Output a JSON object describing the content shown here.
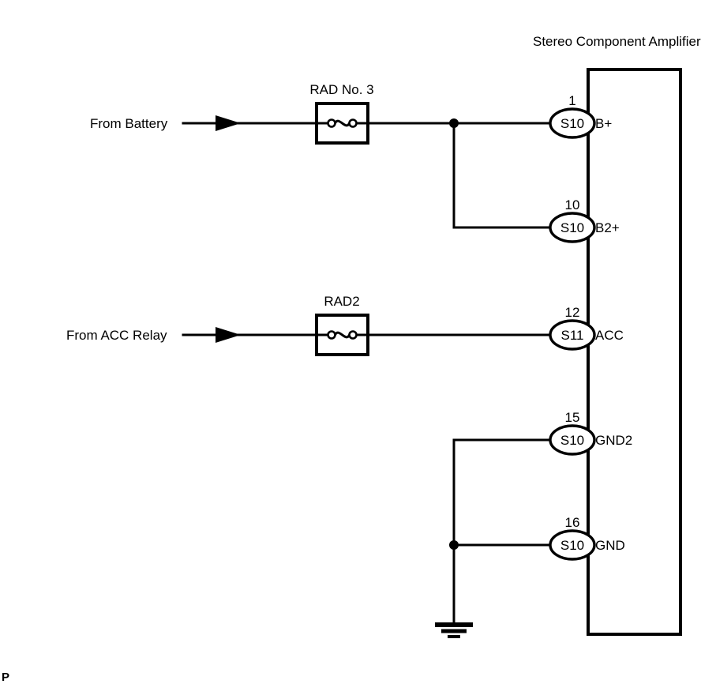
{
  "diagram": {
    "type": "automotive-wiring-schematic",
    "title": "Stereo Component Amplifier",
    "corner_mark": "P",
    "colors": {
      "line": "#000000",
      "background": "#ffffff"
    },
    "sources": [
      {
        "label": "From Battery",
        "arrow": "right-arrow-icon"
      },
      {
        "label": "From ACC Relay",
        "arrow": "right-arrow-icon"
      }
    ],
    "fuses": [
      {
        "label": "RAD No. 3",
        "symbol": "fuse-icon"
      },
      {
        "label": "RAD2",
        "symbol": "fuse-icon"
      }
    ],
    "connectors": [
      {
        "pin": "1",
        "code": "S10",
        "signal": "B+"
      },
      {
        "pin": "10",
        "code": "S10",
        "signal": "B2+"
      },
      {
        "pin": "12",
        "code": "S11",
        "signal": "ACC"
      },
      {
        "pin": "15",
        "code": "S10",
        "signal": "GND2"
      },
      {
        "pin": "16",
        "code": "S10",
        "signal": "GND"
      }
    ],
    "ground": {
      "symbol": "earth-ground-icon"
    },
    "junctions": [
      {
        "name": "battery-branch-junction"
      },
      {
        "name": "ground-branch-junction"
      }
    ]
  }
}
